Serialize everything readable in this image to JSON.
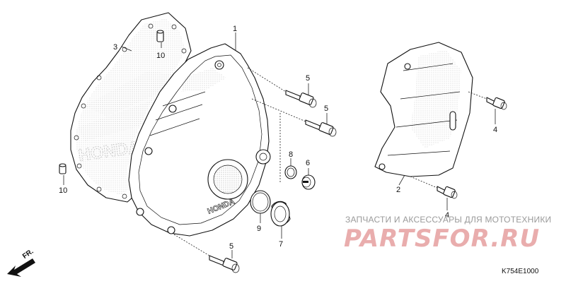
{
  "callouts": [
    {
      "id": "c1",
      "text": "1"
    },
    {
      "id": "c2",
      "text": "2"
    },
    {
      "id": "c3",
      "text": "3"
    },
    {
      "id": "c4a",
      "text": "4"
    },
    {
      "id": "c4b",
      "text": "4"
    },
    {
      "id": "c5a",
      "text": "5"
    },
    {
      "id": "c5b",
      "text": "5"
    },
    {
      "id": "c5c",
      "text": "5"
    },
    {
      "id": "c6",
      "text": "6"
    },
    {
      "id": "c7",
      "text": "7"
    },
    {
      "id": "c8",
      "text": "8"
    },
    {
      "id": "c9",
      "text": "9"
    },
    {
      "id": "c10a",
      "text": "10"
    },
    {
      "id": "c10b",
      "text": "10"
    }
  ],
  "direction_label": "FR.",
  "diagram_code": "K754E1000",
  "brand_mark": "HONDA",
  "watermark": {
    "text": "ЗАПЧАСТИ И АКСЕССУАРЫ ДЛЯ МОТОТЕХНИКИ",
    "logo": "PARTSFOR.RU"
  }
}
